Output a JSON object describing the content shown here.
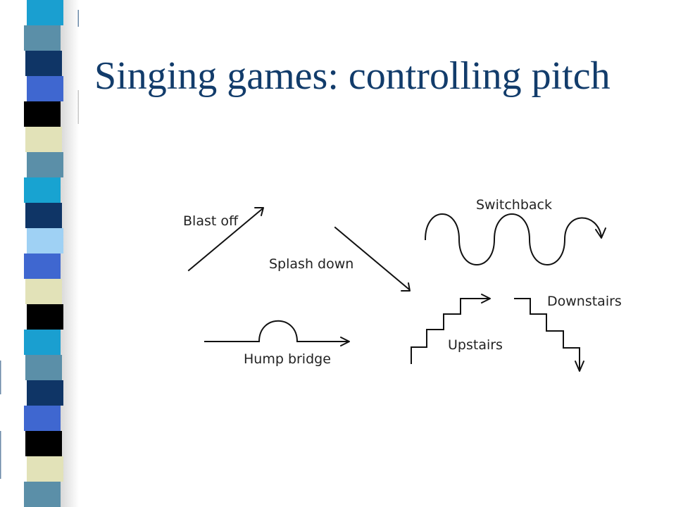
{
  "slide": {
    "title": "Singing games: controlling pitch"
  },
  "decoration": {
    "strip_colors": [
      "#1a9fd0",
      "#5b8fa8",
      "#0f3566",
      "#3f67d0",
      "#000000",
      "#e2e2b8",
      "#5b8fa8",
      "#18a3d1",
      "#0f3566",
      "#9fd1f4",
      "#3f67d0",
      "#e2e2b8",
      "#000000"
    ]
  },
  "diagram": {
    "labels": {
      "blast_off": "Blast off",
      "splash_down": "Splash down",
      "switchback": "Switchback",
      "hump_bridge": "Hump bridge",
      "upstairs": "Upstairs",
      "downstairs": "Downstairs"
    }
  }
}
